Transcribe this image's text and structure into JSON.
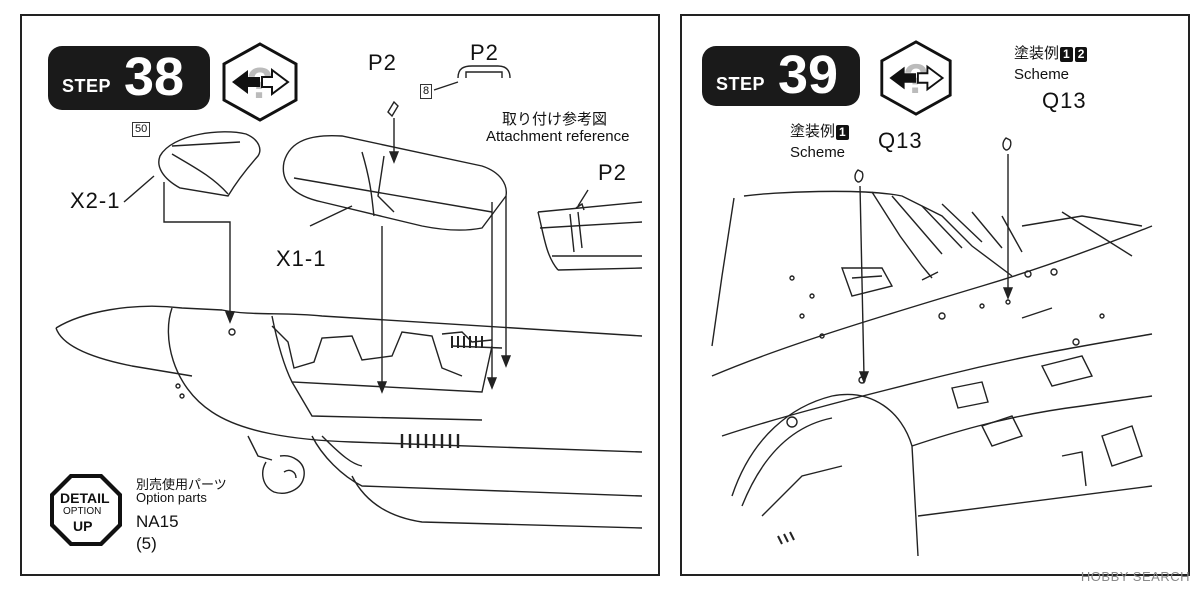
{
  "step38": {
    "word": "STEP",
    "number": "38",
    "x2_label": "X2-1",
    "x2_ref": "50",
    "x1_label": "X1-1",
    "p2_small": "P2",
    "p2_large": "P2",
    "p2_large_ref": "8",
    "attach_jp": "取り付け参考図",
    "attach_en": "Attachment reference",
    "p2_ref_label": "P2",
    "detail_top": "DETAIL",
    "detail_mid": "OPTION",
    "detail_bot": "UP",
    "option_jp": "別売使用パーツ",
    "option_en": "Option parts",
    "option_part": "NA15",
    "option_qty": "(5)"
  },
  "step39": {
    "word": "STEP",
    "number": "39",
    "scheme12_jp": "塗装例",
    "scheme12_n1": "1",
    "scheme12_n2": "2",
    "scheme12_en": "Scheme",
    "q13_right": "Q13",
    "scheme1_jp": "塗装例",
    "scheme1_n1": "1",
    "scheme1_en": "Scheme",
    "q13_left": "Q13"
  },
  "watermark": "HOBBY SEARCH",
  "icons": {
    "direction": "flip-arrow-icon",
    "detail": "detail-option-octagon-icon"
  }
}
